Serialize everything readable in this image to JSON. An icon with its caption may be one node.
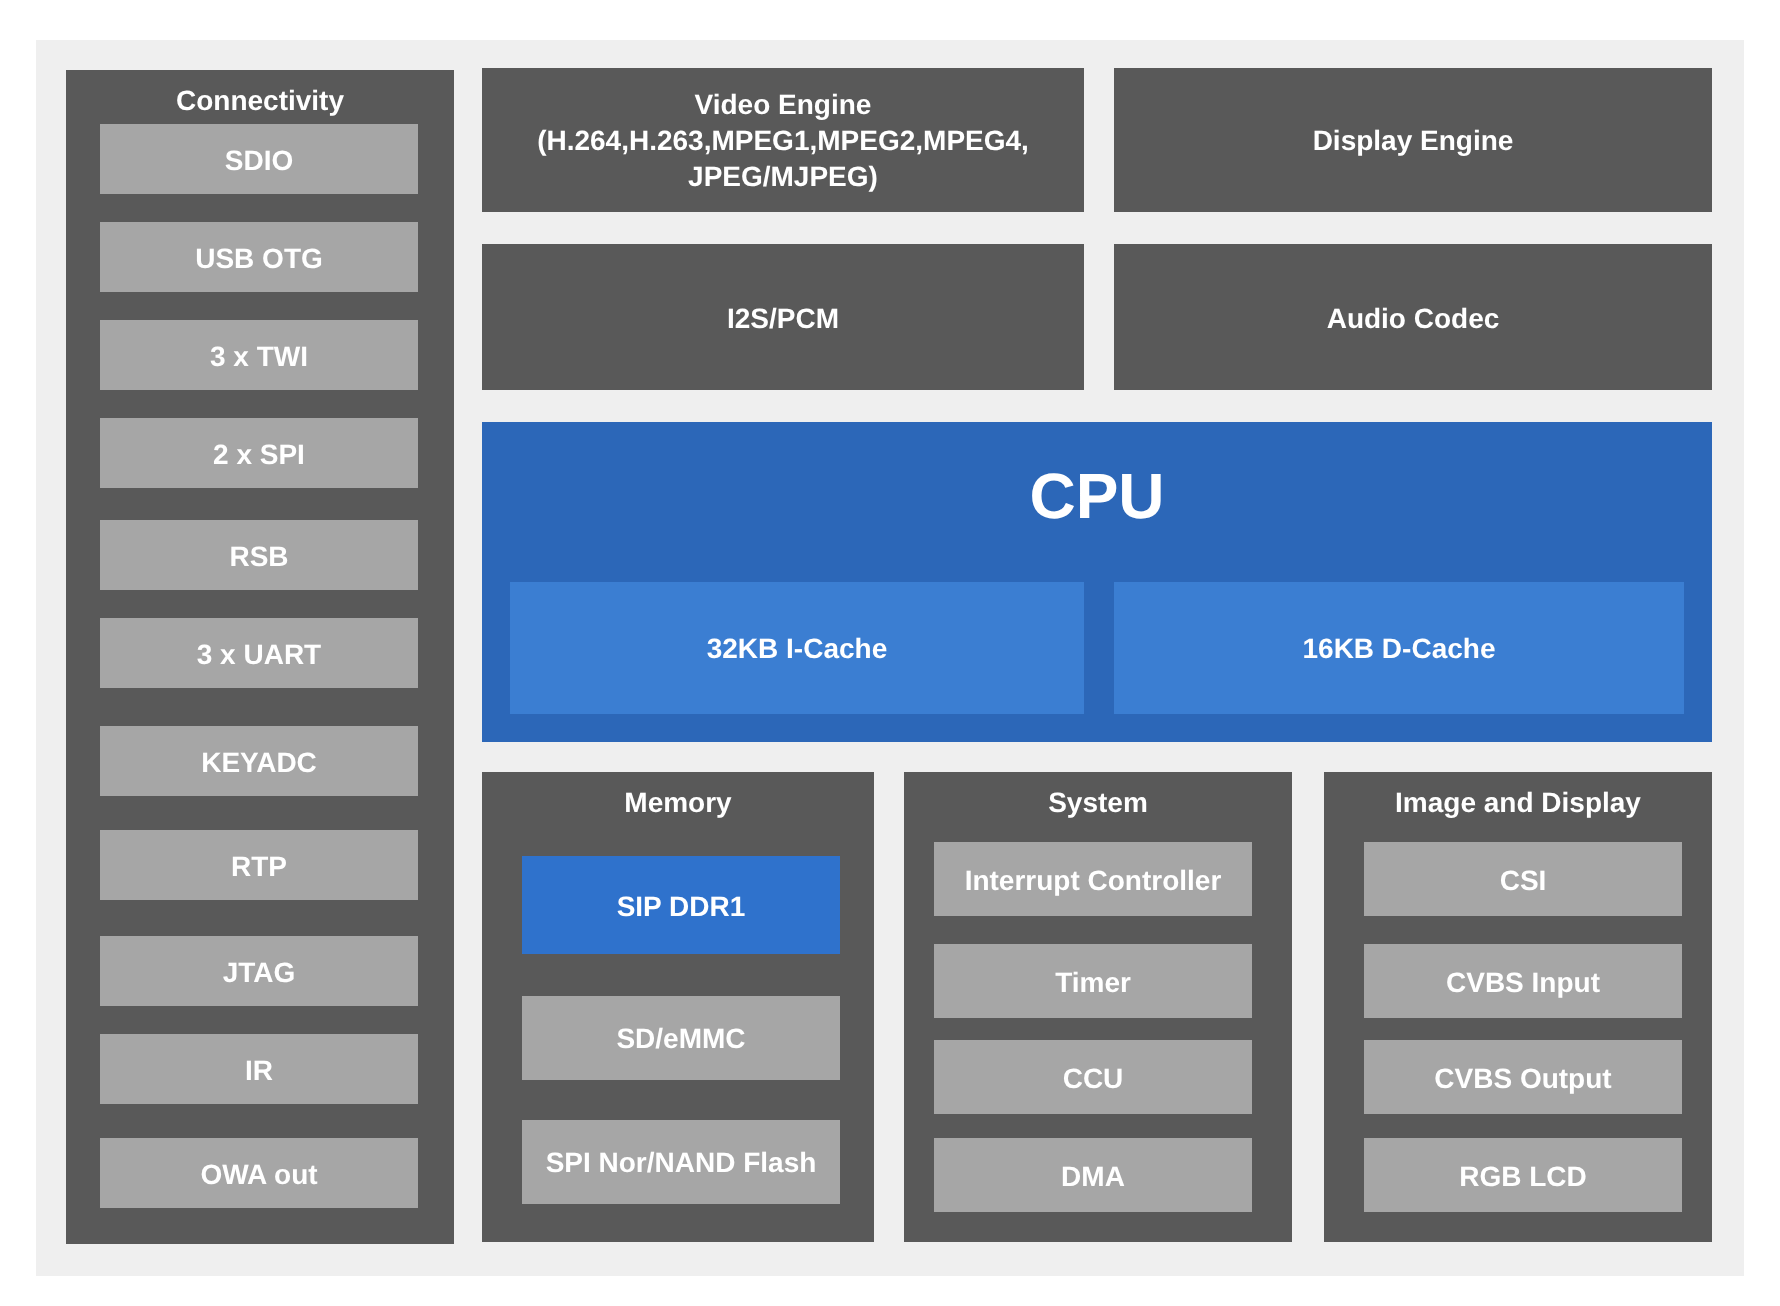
{
  "diagram": {
    "nodes": [
      {
        "text": [
          "Connectivity"
        ]
      },
      {
        "text": [
          "SDIO"
        ],
        "in": 0
      },
      {
        "text": [
          "USB OTG"
        ],
        "in": 0
      },
      {
        "text": [
          "3 x TWI"
        ],
        "in": 0
      },
      {
        "text": [
          "2 x SPI"
        ],
        "in": 0
      },
      {
        "text": [
          "RSB"
        ],
        "in": 0
      },
      {
        "text": [
          "3 x UART"
        ],
        "in": 0
      },
      {
        "text": [
          "KEYADC"
        ],
        "in": 0
      },
      {
        "text": [
          "RTP"
        ],
        "in": 0
      },
      {
        "text": [
          "JTAG"
        ],
        "in": 0
      },
      {
        "text": [
          "IR"
        ],
        "in": 0
      },
      {
        "text": [
          "OWA out"
        ],
        "in": 0
      },
      {
        "text": [
          "Video Engine",
          "(H.264,H.263,MPEG1,MPEG2,MPEG4, JPEG/MJPEG)"
        ]
      },
      {
        "text": [
          "Display Engine"
        ]
      },
      {
        "text": [
          "I2S/PCM"
        ]
      },
      {
        "text": [
          "Audio Codec"
        ]
      },
      {
        "text": [
          "CPU"
        ]
      },
      {
        "text": [
          "32KB I-Cache"
        ],
        "in": 16
      },
      {
        "text": [
          "16KB D-Cache"
        ],
        "in": 16
      },
      {
        "text": [
          "Memory"
        ]
      },
      {
        "text": [
          "SIP DDR1"
        ],
        "in": 19
      },
      {
        "text": [
          "SD/eMMC"
        ],
        "in": 19
      },
      {
        "text": [
          "SPI Nor/NAND Flash"
        ],
        "in": 19
      },
      {
        "text": [
          "System"
        ]
      },
      {
        "text": [
          "Interrupt Controller"
        ],
        "in": 23
      },
      {
        "text": [
          "Timer"
        ],
        "in": 23
      },
      {
        "text": [
          "CCU"
        ],
        "in": 23
      },
      {
        "text": [
          "DMA"
        ],
        "in": 23
      },
      {
        "text": [
          "Image and Display"
        ]
      },
      {
        "text": [
          "CSI"
        ],
        "in": 28
      },
      {
        "text": [
          "CVBS Input"
        ],
        "in": 28
      },
      {
        "text": [
          "CVBS Output"
        ],
        "in": 28
      },
      {
        "text": [
          "RGB LCD"
        ],
        "in": 28
      }
    ]
  }
}
